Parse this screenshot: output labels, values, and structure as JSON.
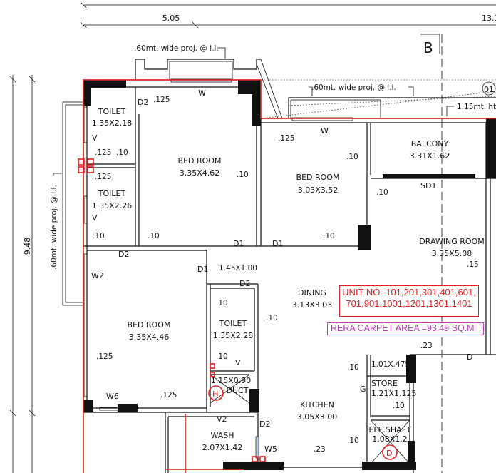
{
  "dimensions": {
    "overall_left_width": "5.05",
    "overall_width": "13.1",
    "overall_height": "9.48"
  },
  "annotations": {
    "proj_top": ".60mt. wide proj. @ l.l.",
    "proj_right": ".60mt. wide proj. @ l.l.",
    "proj_left": ".60mt. wide proj. @ l.l.",
    "height_note": "1.15mt. ht.",
    "section_mark": "B",
    "grid_mark": "01"
  },
  "rooms": [
    {
      "name": "TOILET",
      "size": "1.35X2.18"
    },
    {
      "name": "BED ROOM",
      "size": "3.35X4.62"
    },
    {
      "name": "BED ROOM",
      "size": "3.03X3.52"
    },
    {
      "name": "BALCONY",
      "size": "3.31X1.62"
    },
    {
      "name": "TOILET",
      "size": "1.35X2.26"
    },
    {
      "name": "DRAWING ROOM",
      "size": "3.35X5.08"
    },
    {
      "name": "DINING",
      "size": "3.13X3.03"
    },
    {
      "name": "BED ROOM",
      "size": "3.35X4.46"
    },
    {
      "name": "TOILET",
      "size": "1.35X2.28"
    },
    {
      "name": "DUCT",
      "size": "1.15X0.90"
    },
    {
      "name": "KITCHEN",
      "size": "3.05X3.00"
    },
    {
      "name": "STORE",
      "size": "1.21X1.125"
    },
    {
      "name": "WASH",
      "size": "2.07X1.42"
    },
    {
      "name": "ELE.SHAFT",
      "size": "1.08X1.2"
    }
  ],
  "openings": [
    "D2",
    "W",
    "W",
    "SD1",
    "D1",
    "D1",
    "D2",
    "D1",
    "D2",
    "V",
    "V",
    "W2",
    "W6",
    "V",
    "V2",
    "D2",
    "W5",
    "D",
    "G",
    "H",
    "D"
  ],
  "small_dims": [
    ".125",
    ".125",
    ".125",
    ".10",
    ".125",
    ".10",
    ".10",
    ".10",
    ".10",
    ".10",
    ".10",
    ".15",
    ".10",
    ".10",
    ".125",
    ".10",
    ".125",
    ".10",
    ".10",
    ".10",
    ".23",
    ".23",
    "1.45X1.00",
    "1.01X.475"
  ],
  "unit_info": {
    "unit_numbers_line1": "UNIT NO.-101,201,301,401,601,",
    "unit_numbers_line2": "701,901,1001,1201,1301,1401",
    "carpet_area": "RERA CARPET AREA =93.49 SQ.MT."
  },
  "colors": {
    "outline": "#e41d1d",
    "unit_box": "#e41d1d",
    "area_box": "#b83fb8",
    "walls": "#111111"
  }
}
